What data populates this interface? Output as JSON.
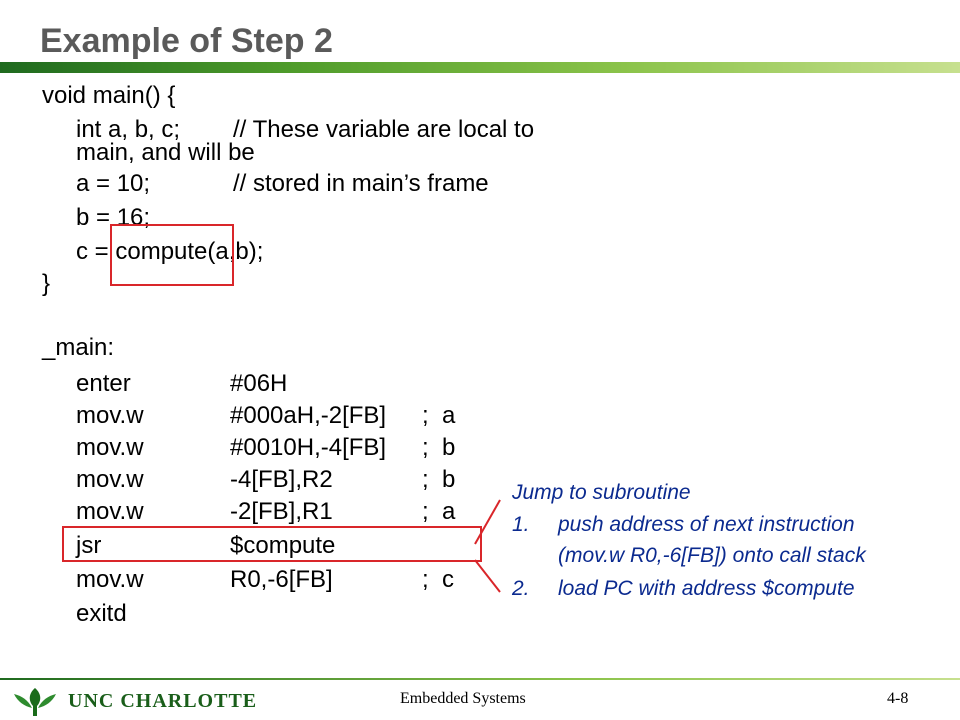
{
  "title": "Example of Step 2",
  "code_c": {
    "l1": "void main() {",
    "l2_a": "int a, b, c;",
    "l2_b": "// These variable are local to",
    "l2_c": "main, and will be",
    "l3_a": "a = 10;",
    "l3_b": "// stored in main’s frame",
    "l4": "b = 16;",
    "l5": "c = compute(a,b);",
    "l6": "}"
  },
  "asm": {
    "label": "_main:",
    "rows": [
      {
        "op": "enter",
        "arg": "#06H",
        "cmt": ""
      },
      {
        "op": "mov.w",
        "arg": "#000aH,-2[FB]",
        "cmt": ";  a"
      },
      {
        "op": "mov.w",
        "arg": "#0010H,-4[FB]",
        "cmt": ";  b"
      },
      {
        "op": "mov.w",
        "arg": "-4[FB],R2",
        "cmt": ";  b"
      },
      {
        "op": "mov.w",
        "arg": "-2[FB],R1",
        "cmt": ";  a"
      },
      {
        "op": "jsr",
        "arg": "$compute",
        "cmt": ""
      },
      {
        "op": "mov.w",
        "arg": "R0,-6[FB]",
        "cmt": ";  c"
      },
      {
        "op": "exitd",
        "arg": "",
        "cmt": ""
      }
    ]
  },
  "callout": {
    "heading": "Jump to subroutine",
    "item1_num": "1.",
    "item1_a": "push address of next instruction",
    "item1_b": "(mov.w R0,-6[FB]) onto call stack",
    "item2_num": "2.",
    "item2": "load PC with address $compute"
  },
  "footer": {
    "logo_text": "UNC CHARLOTTE",
    "center": "Embedded Systems",
    "page": "4-8"
  },
  "colors": {
    "title": "#5a5a5a",
    "highlight_box": "#d9262a",
    "callout_text": "#0b2a8f",
    "accent_green": "#2e8b2e"
  }
}
